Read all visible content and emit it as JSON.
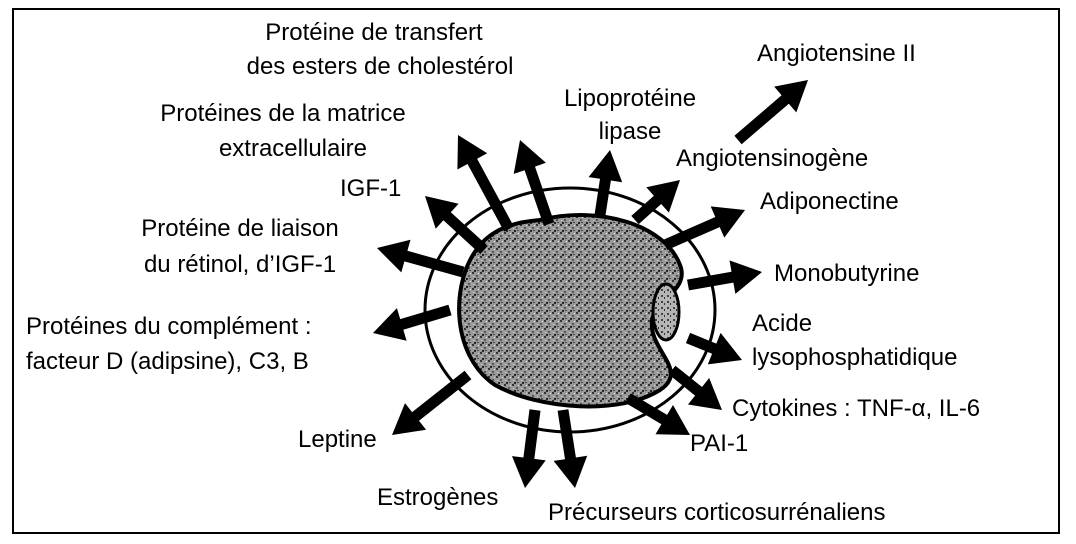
{
  "labels": {
    "cetp_1": "Protéine de transfert",
    "cetp_2": "des esters de cholestérol",
    "ecm_1": "Protéines de la matrice",
    "ecm_2": "extracellulaire",
    "igf1": "IGF-1",
    "rbp_1": "Protéine de liaison",
    "rbp_2": "du rétinol, d’IGF-1",
    "complement_1": "Protéines du complément :",
    "complement_2": "facteur D (adipsine), C3, B",
    "leptine": "Leptine",
    "estrogenes": "Estrogènes",
    "precurseurs": "Précurseurs corticosurrénaliens",
    "pai1": "PAI-1",
    "cytokines": "Cytokines : TNF-α, IL-6",
    "acide_1": "Acide",
    "acide_2": "lysophosphatidique",
    "monobutyrine": "Monobutyrine",
    "adiponectine": "Adiponectine",
    "angiotensinogene": "Angiotensinogène",
    "angiotensine2": "Angiotensine II",
    "lpl_1": "Lipoprotéine",
    "lpl_2": "lipase"
  },
  "colors": {
    "ink": "#000000",
    "droplet_fill": "#8a8a8a",
    "background": "#ffffff"
  }
}
